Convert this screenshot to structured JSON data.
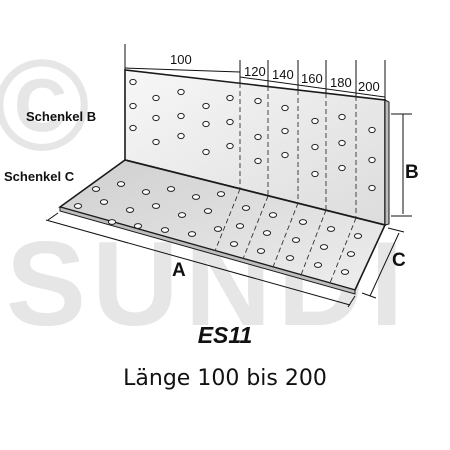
{
  "watermark": {
    "symbol": "©",
    "text": "SUNDI"
  },
  "labels": {
    "leg_b": "Schenkel B",
    "leg_c": "Schenkel C",
    "dim_a": "A",
    "dim_b": "B",
    "dim_c": "C"
  },
  "length_ticks": [
    "100",
    "120",
    "140",
    "160",
    "180",
    "200"
  ],
  "model": "ES11",
  "caption": "Länge 100 bis 200",
  "colors": {
    "plate_light": "#f2f2f2",
    "plate_mid": "#d9d9d9",
    "outline": "#1a1a1a",
    "watermark": "#e6e6e6"
  }
}
